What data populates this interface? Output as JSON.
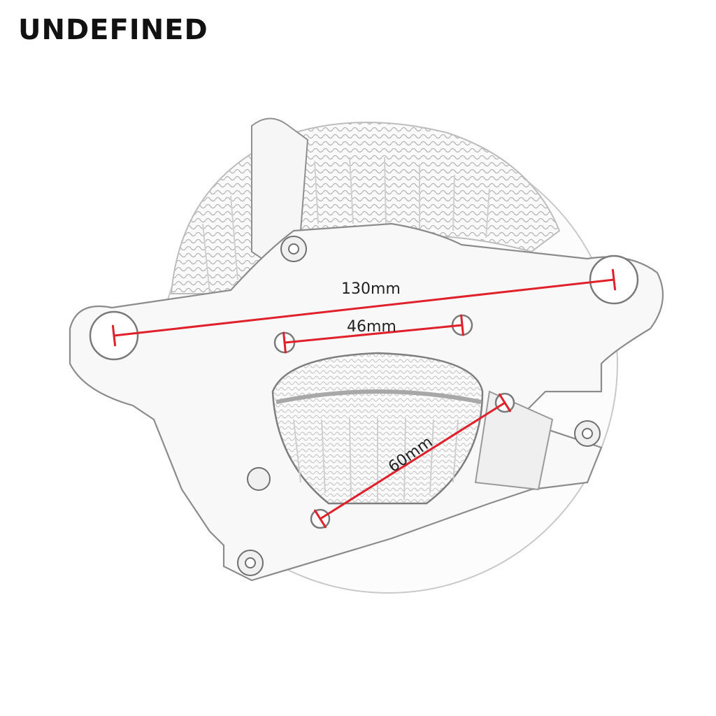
{
  "brand": "UNDEFINED",
  "dimensions": {
    "overall_width": "130mm",
    "inner_hole_spacing": "46mm",
    "diagonal_hole_spacing": "60mm"
  },
  "colors": {
    "dimension_line": "#e0212b",
    "metal_outline": "#8a8a8a",
    "metal_fill": "#f4f4f4",
    "mesh": "#c8c8c8"
  }
}
